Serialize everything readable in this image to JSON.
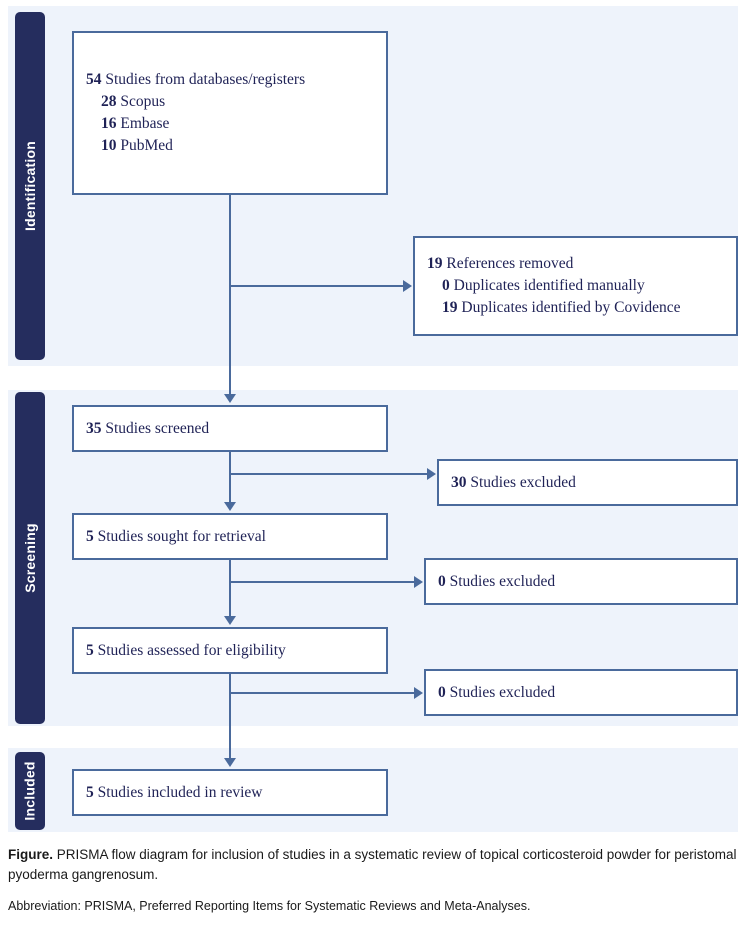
{
  "figure": {
    "stages": [
      {
        "id": "identification",
        "label": "Identification"
      },
      {
        "id": "screening",
        "label": "Screening"
      },
      {
        "id": "included",
        "label": "Included"
      }
    ],
    "boxes": {
      "records": {
        "lines": [
          {
            "count": "54",
            "text": "Studies from databases/registers"
          },
          {
            "count": "28",
            "text": "Scopus"
          },
          {
            "count": "16",
            "text": "Embase"
          },
          {
            "count": "10",
            "text": "PubMed"
          }
        ]
      },
      "removed": {
        "lines": [
          {
            "count": "19",
            "text": "References removed"
          },
          {
            "count": "0",
            "text": "Duplicates identified manually"
          },
          {
            "count": "19",
            "text": "Duplicates identified by Covidence"
          }
        ]
      },
      "screened": {
        "count": "35",
        "text": "Studies screened"
      },
      "excluded_1": {
        "count": "30",
        "text": "Studies excluded"
      },
      "sought": {
        "count": "5",
        "text": "Studies sought for retrieval"
      },
      "excluded_2": {
        "count": "0",
        "text": "Studies excluded"
      },
      "assessed": {
        "count": "5",
        "text": "Studies assessed for eligibility"
      },
      "excluded_3": {
        "count": "0",
        "text": "Studies excluded"
      },
      "included": {
        "count": "5",
        "text": "Studies included in review"
      }
    },
    "colors": {
      "stage_bar": "#252d5e",
      "panel_background": "#eef3fb",
      "box_border": "#4a6a9c",
      "box_text": "#1f2256",
      "connector": "#4a6a9c"
    }
  },
  "caption": {
    "lead": "Figure.",
    "body": " PRISMA flow diagram for inclusion of studies in a systematic review of topical corticosteroid powder for peristomal pyoderma gangrenosum.",
    "abbreviation": "Abbreviation: PRISMA, Preferred Reporting Items for Systematic Reviews and Meta-Analyses."
  },
  "chart_data": {
    "type": "diagram",
    "title": "PRISMA flow diagram",
    "nodes": [
      {
        "id": "records",
        "stage": "Identification",
        "count": 54,
        "label": "Studies from databases/registers",
        "children": [
          {
            "count": 28,
            "label": "Scopus"
          },
          {
            "count": 16,
            "label": "Embase"
          },
          {
            "count": 10,
            "label": "PubMed"
          }
        ]
      },
      {
        "id": "removed",
        "stage": "Identification",
        "count": 19,
        "label": "References removed",
        "children": [
          {
            "count": 0,
            "label": "Duplicates identified manually"
          },
          {
            "count": 19,
            "label": "Duplicates identified by Covidence"
          }
        ]
      },
      {
        "id": "screened",
        "stage": "Screening",
        "count": 35,
        "label": "Studies screened"
      },
      {
        "id": "excluded_1",
        "stage": "Screening",
        "count": 30,
        "label": "Studies excluded"
      },
      {
        "id": "sought",
        "stage": "Screening",
        "count": 5,
        "label": "Studies sought for retrieval"
      },
      {
        "id": "excluded_2",
        "stage": "Screening",
        "count": 0,
        "label": "Studies excluded"
      },
      {
        "id": "assessed",
        "stage": "Screening",
        "count": 5,
        "label": "Studies assessed for eligibility"
      },
      {
        "id": "excluded_3",
        "stage": "Screening",
        "count": 0,
        "label": "Studies excluded"
      },
      {
        "id": "included",
        "stage": "Included",
        "count": 5,
        "label": "Studies included in review"
      }
    ],
    "edges": [
      {
        "from": "records",
        "to": "screened"
      },
      {
        "from": "records",
        "to": "removed"
      },
      {
        "from": "screened",
        "to": "sought"
      },
      {
        "from": "screened",
        "to": "excluded_1"
      },
      {
        "from": "sought",
        "to": "assessed"
      },
      {
        "from": "sought",
        "to": "excluded_2"
      },
      {
        "from": "assessed",
        "to": "included"
      },
      {
        "from": "assessed",
        "to": "excluded_3"
      }
    ]
  }
}
